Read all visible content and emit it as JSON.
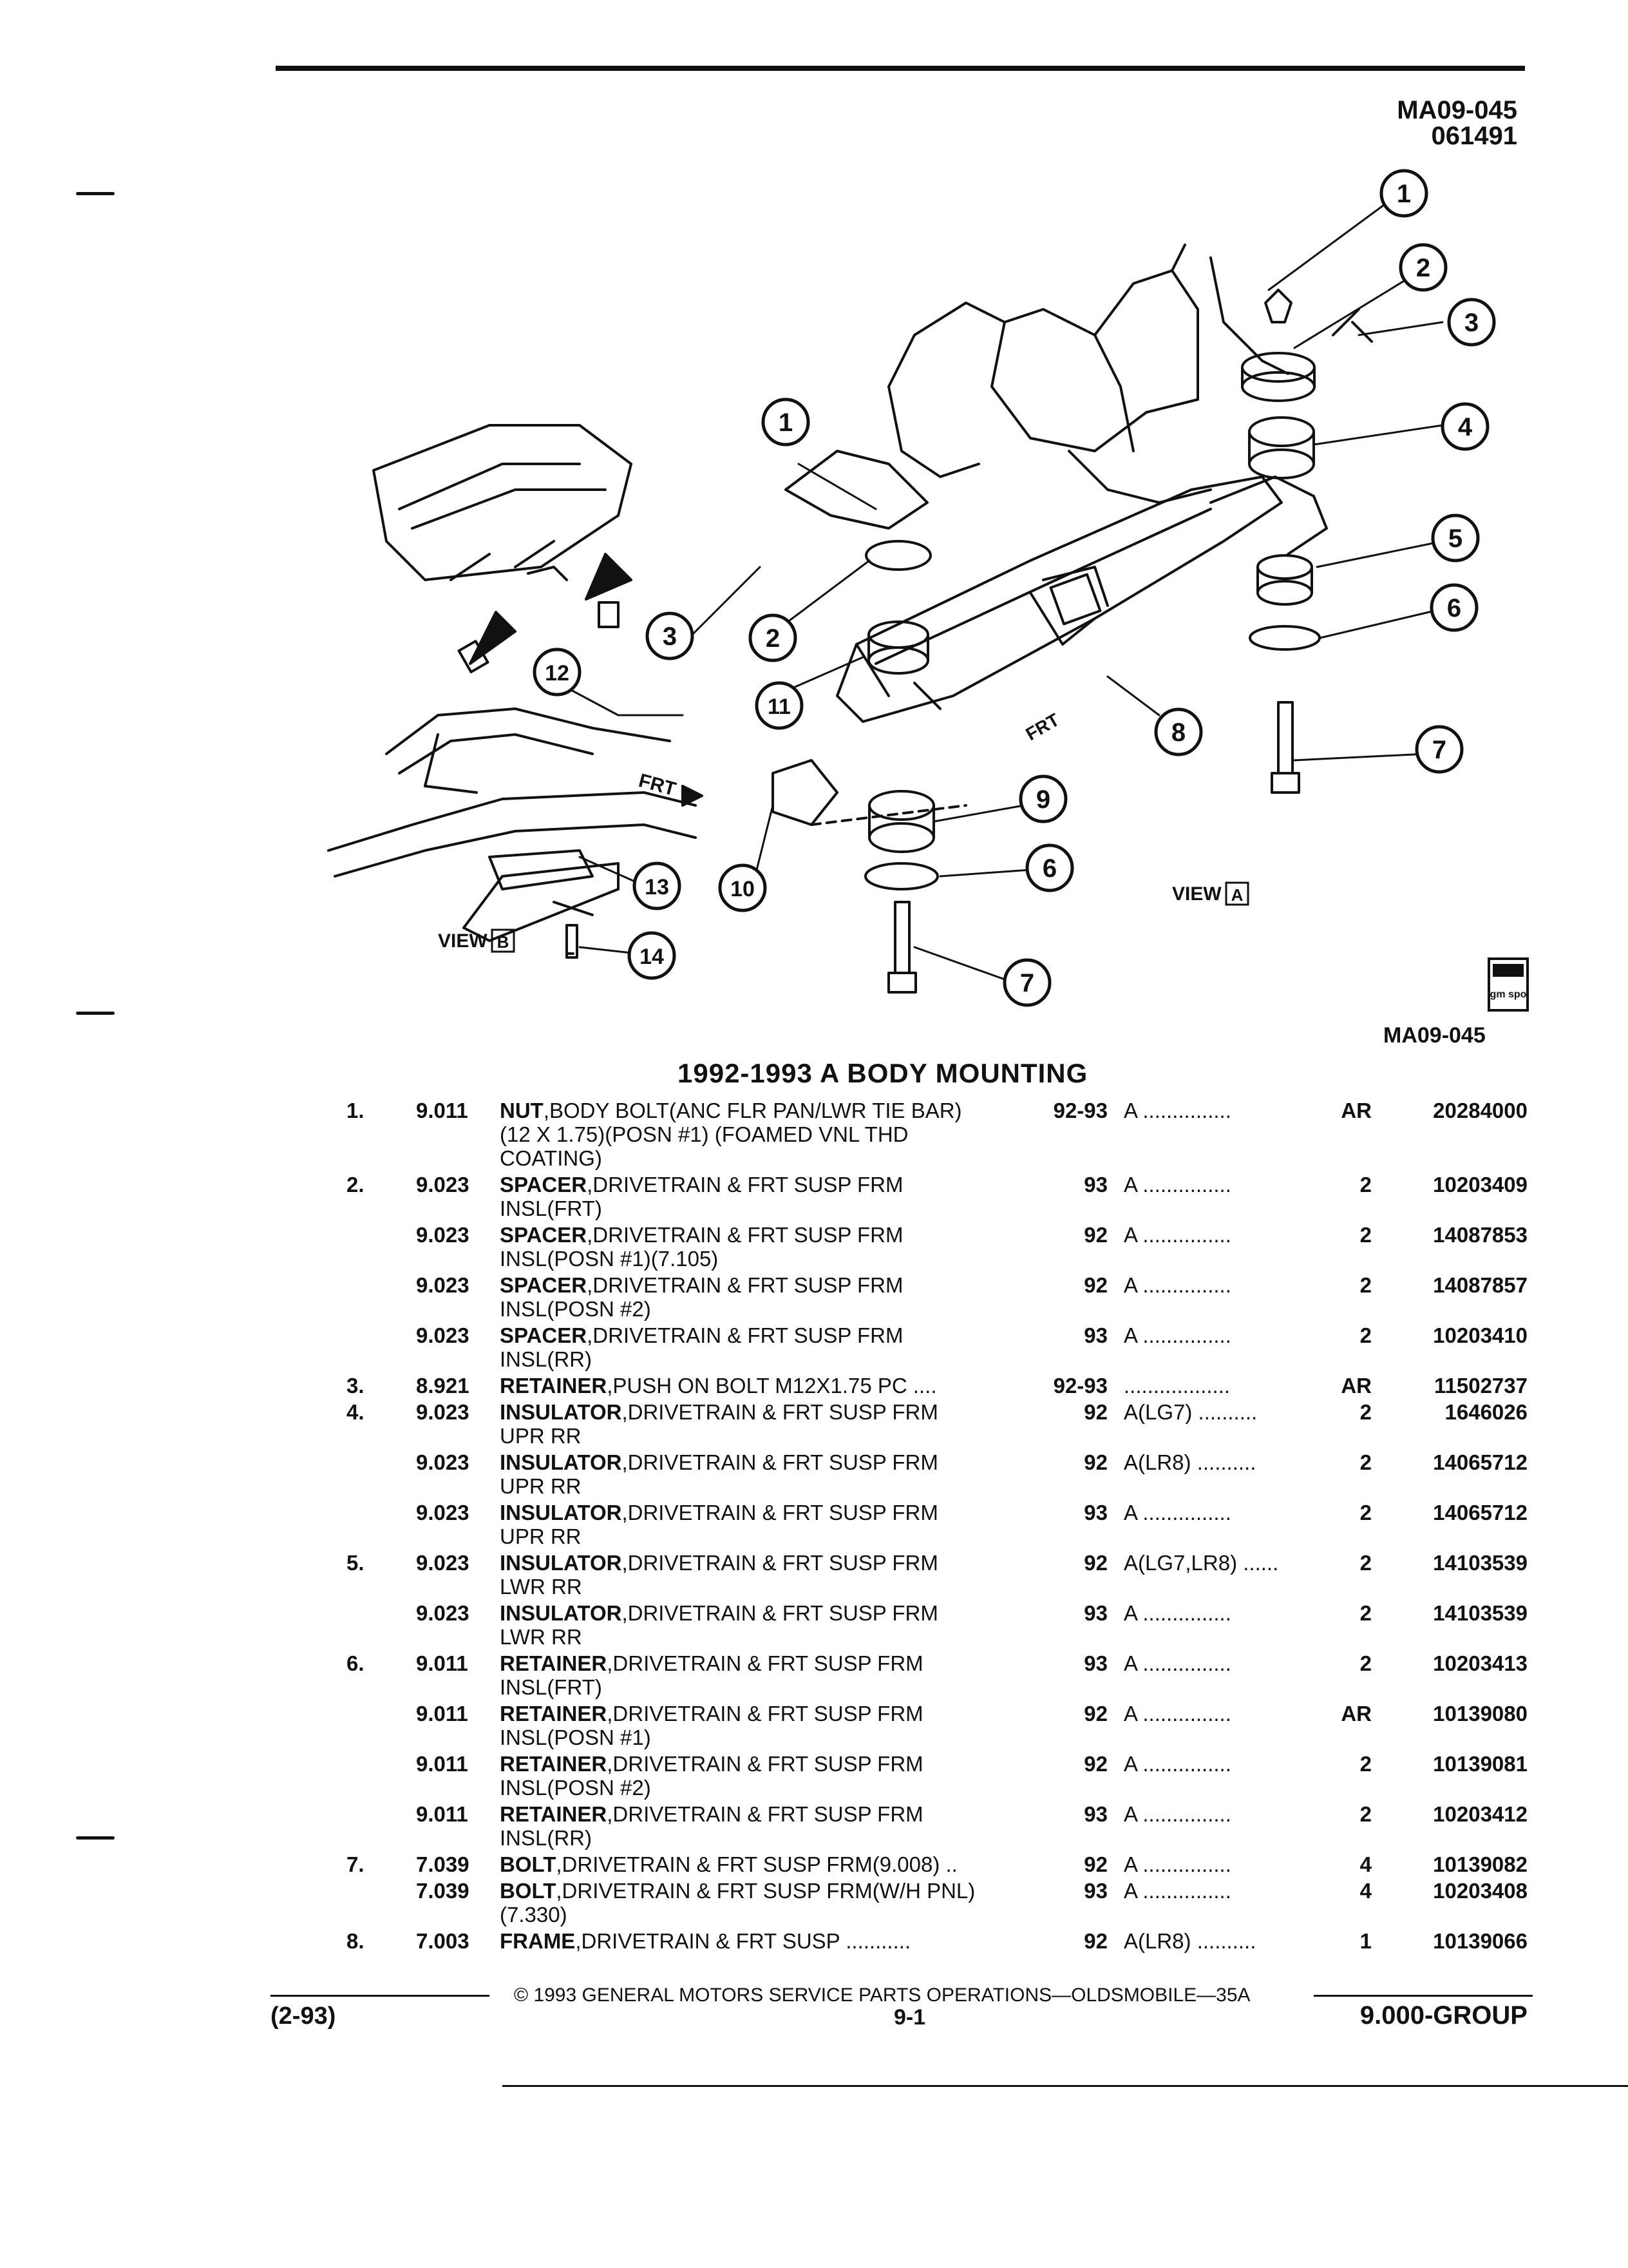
{
  "header": {
    "code": "MA09-045",
    "date_code": "061491"
  },
  "figure": {
    "callouts": [
      "1",
      "2",
      "3",
      "4",
      "5",
      "6",
      "7",
      "8",
      "9",
      "10",
      "11",
      "12",
      "13",
      "14"
    ],
    "view_a_label": "VIEW",
    "view_a_letter": "A",
    "view_b_label": "VIEW",
    "view_b_letter": "B",
    "frt_label": "FRT",
    "figure_code": "MA09-045",
    "logo_text": "gm spo"
  },
  "section_title": "1992-1993 A BODY MOUNTING",
  "parts": [
    {
      "item": "1.",
      "group": "9.011",
      "name": "NUT",
      "desc": ",BODY BOLT(ANC FLR PAN/LWR TIE BAR)",
      "cont": [
        "(12 X 1.75)(POSN #1) (FOAMED VNL THD",
        "COATING)"
      ],
      "years": "92-93",
      "model": "A ...............",
      "qty": "AR",
      "part": "20284000"
    },
    {
      "item": "2.",
      "group": "9.023",
      "name": "SPACER",
      "desc": ",DRIVETRAIN & FRT SUSP FRM",
      "cont": [
        "INSL(FRT)"
      ],
      "years": "93",
      "model": "A ...............",
      "qty": "2",
      "part": "10203409"
    },
    {
      "item": "",
      "group": "9.023",
      "name": "SPACER",
      "desc": ",DRIVETRAIN & FRT SUSP FRM",
      "cont": [
        "INSL(POSN #1)(7.105)"
      ],
      "years": "92",
      "model": "A ...............",
      "qty": "2",
      "part": "14087853"
    },
    {
      "item": "",
      "group": "9.023",
      "name": "SPACER",
      "desc": ",DRIVETRAIN & FRT SUSP FRM",
      "cont": [
        "INSL(POSN #2)"
      ],
      "years": "92",
      "model": "A ...............",
      "qty": "2",
      "part": "14087857"
    },
    {
      "item": "",
      "group": "9.023",
      "name": "SPACER",
      "desc": ",DRIVETRAIN & FRT SUSP FRM",
      "cont": [
        "INSL(RR)"
      ],
      "years": "93",
      "model": "A ...............",
      "qty": "2",
      "part": "10203410"
    },
    {
      "item": "3.",
      "group": "8.921",
      "name": "RETAINER",
      "desc": ",PUSH ON BOLT M12X1.75 PC ....",
      "cont": [],
      "years": "92-93",
      "model": "..................",
      "qty": "AR",
      "part": "11502737"
    },
    {
      "item": "4.",
      "group": "9.023",
      "name": "INSULATOR",
      "desc": ",DRIVETRAIN & FRT SUSP FRM",
      "cont": [
        "UPR RR"
      ],
      "years": "92",
      "model": "A(LG7) ..........",
      "qty": "2",
      "part": "1646026"
    },
    {
      "item": "",
      "group": "9.023",
      "name": "INSULATOR",
      "desc": ",DRIVETRAIN & FRT SUSP FRM",
      "cont": [
        "UPR RR"
      ],
      "years": "92",
      "model": "A(LR8) ..........",
      "qty": "2",
      "part": "14065712"
    },
    {
      "item": "",
      "group": "9.023",
      "name": "INSULATOR",
      "desc": ",DRIVETRAIN & FRT SUSP FRM",
      "cont": [
        "UPR RR"
      ],
      "years": "93",
      "model": "A ...............",
      "qty": "2",
      "part": "14065712"
    },
    {
      "item": "5.",
      "group": "9.023",
      "name": "INSULATOR",
      "desc": ",DRIVETRAIN & FRT SUSP FRM",
      "cont": [
        "LWR RR"
      ],
      "years": "92",
      "model": "A(LG7,LR8) ......",
      "qty": "2",
      "part": "14103539"
    },
    {
      "item": "",
      "group": "9.023",
      "name": "INSULATOR",
      "desc": ",DRIVETRAIN & FRT SUSP FRM",
      "cont": [
        "LWR RR"
      ],
      "years": "93",
      "model": "A ...............",
      "qty": "2",
      "part": "14103539"
    },
    {
      "item": "6.",
      "group": "9.011",
      "name": "RETAINER",
      "desc": ",DRIVETRAIN & FRT SUSP FRM",
      "cont": [
        "INSL(FRT)"
      ],
      "years": "93",
      "model": "A ...............",
      "qty": "2",
      "part": "10203413"
    },
    {
      "item": "",
      "group": "9.011",
      "name": "RETAINER",
      "desc": ",DRIVETRAIN & FRT SUSP FRM",
      "cont": [
        "INSL(POSN #1)"
      ],
      "years": "92",
      "model": "A ...............",
      "qty": "AR",
      "part": "10139080"
    },
    {
      "item": "",
      "group": "9.011",
      "name": "RETAINER",
      "desc": ",DRIVETRAIN & FRT SUSP FRM",
      "cont": [
        "INSL(POSN #2)"
      ],
      "years": "92",
      "model": "A ...............",
      "qty": "2",
      "part": "10139081"
    },
    {
      "item": "",
      "group": "9.011",
      "name": "RETAINER",
      "desc": ",DRIVETRAIN & FRT SUSP FRM",
      "cont": [
        "INSL(RR)"
      ],
      "years": "93",
      "model": "A ...............",
      "qty": "2",
      "part": "10203412"
    },
    {
      "item": "7.",
      "group": "7.039",
      "name": "BOLT",
      "desc": ",DRIVETRAIN & FRT SUSP FRM(9.008) ..",
      "cont": [],
      "years": "92",
      "model": "A ...............",
      "qty": "4",
      "part": "10139082"
    },
    {
      "item": "",
      "group": "7.039",
      "name": "BOLT",
      "desc": ",DRIVETRAIN & FRT SUSP FRM(W/H PNL)",
      "cont": [
        "(7.330)"
      ],
      "years": "93",
      "model": "A ...............",
      "qty": "4",
      "part": "10203408"
    },
    {
      "item": "8.",
      "group": "7.003",
      "name": "FRAME",
      "desc": ",DRIVETRAIN & FRT SUSP ...........",
      "cont": [],
      "years": "92",
      "model": "A(LR8) ..........",
      "qty": "1",
      "part": "10139066"
    }
  ],
  "footer": {
    "copyright": "© 1993 GENERAL MOTORS SERVICE PARTS OPERATIONS—OLDSMOBILE—35A",
    "revision": "(2-93)",
    "page": "9-1",
    "group": "9.000-GROUP"
  }
}
